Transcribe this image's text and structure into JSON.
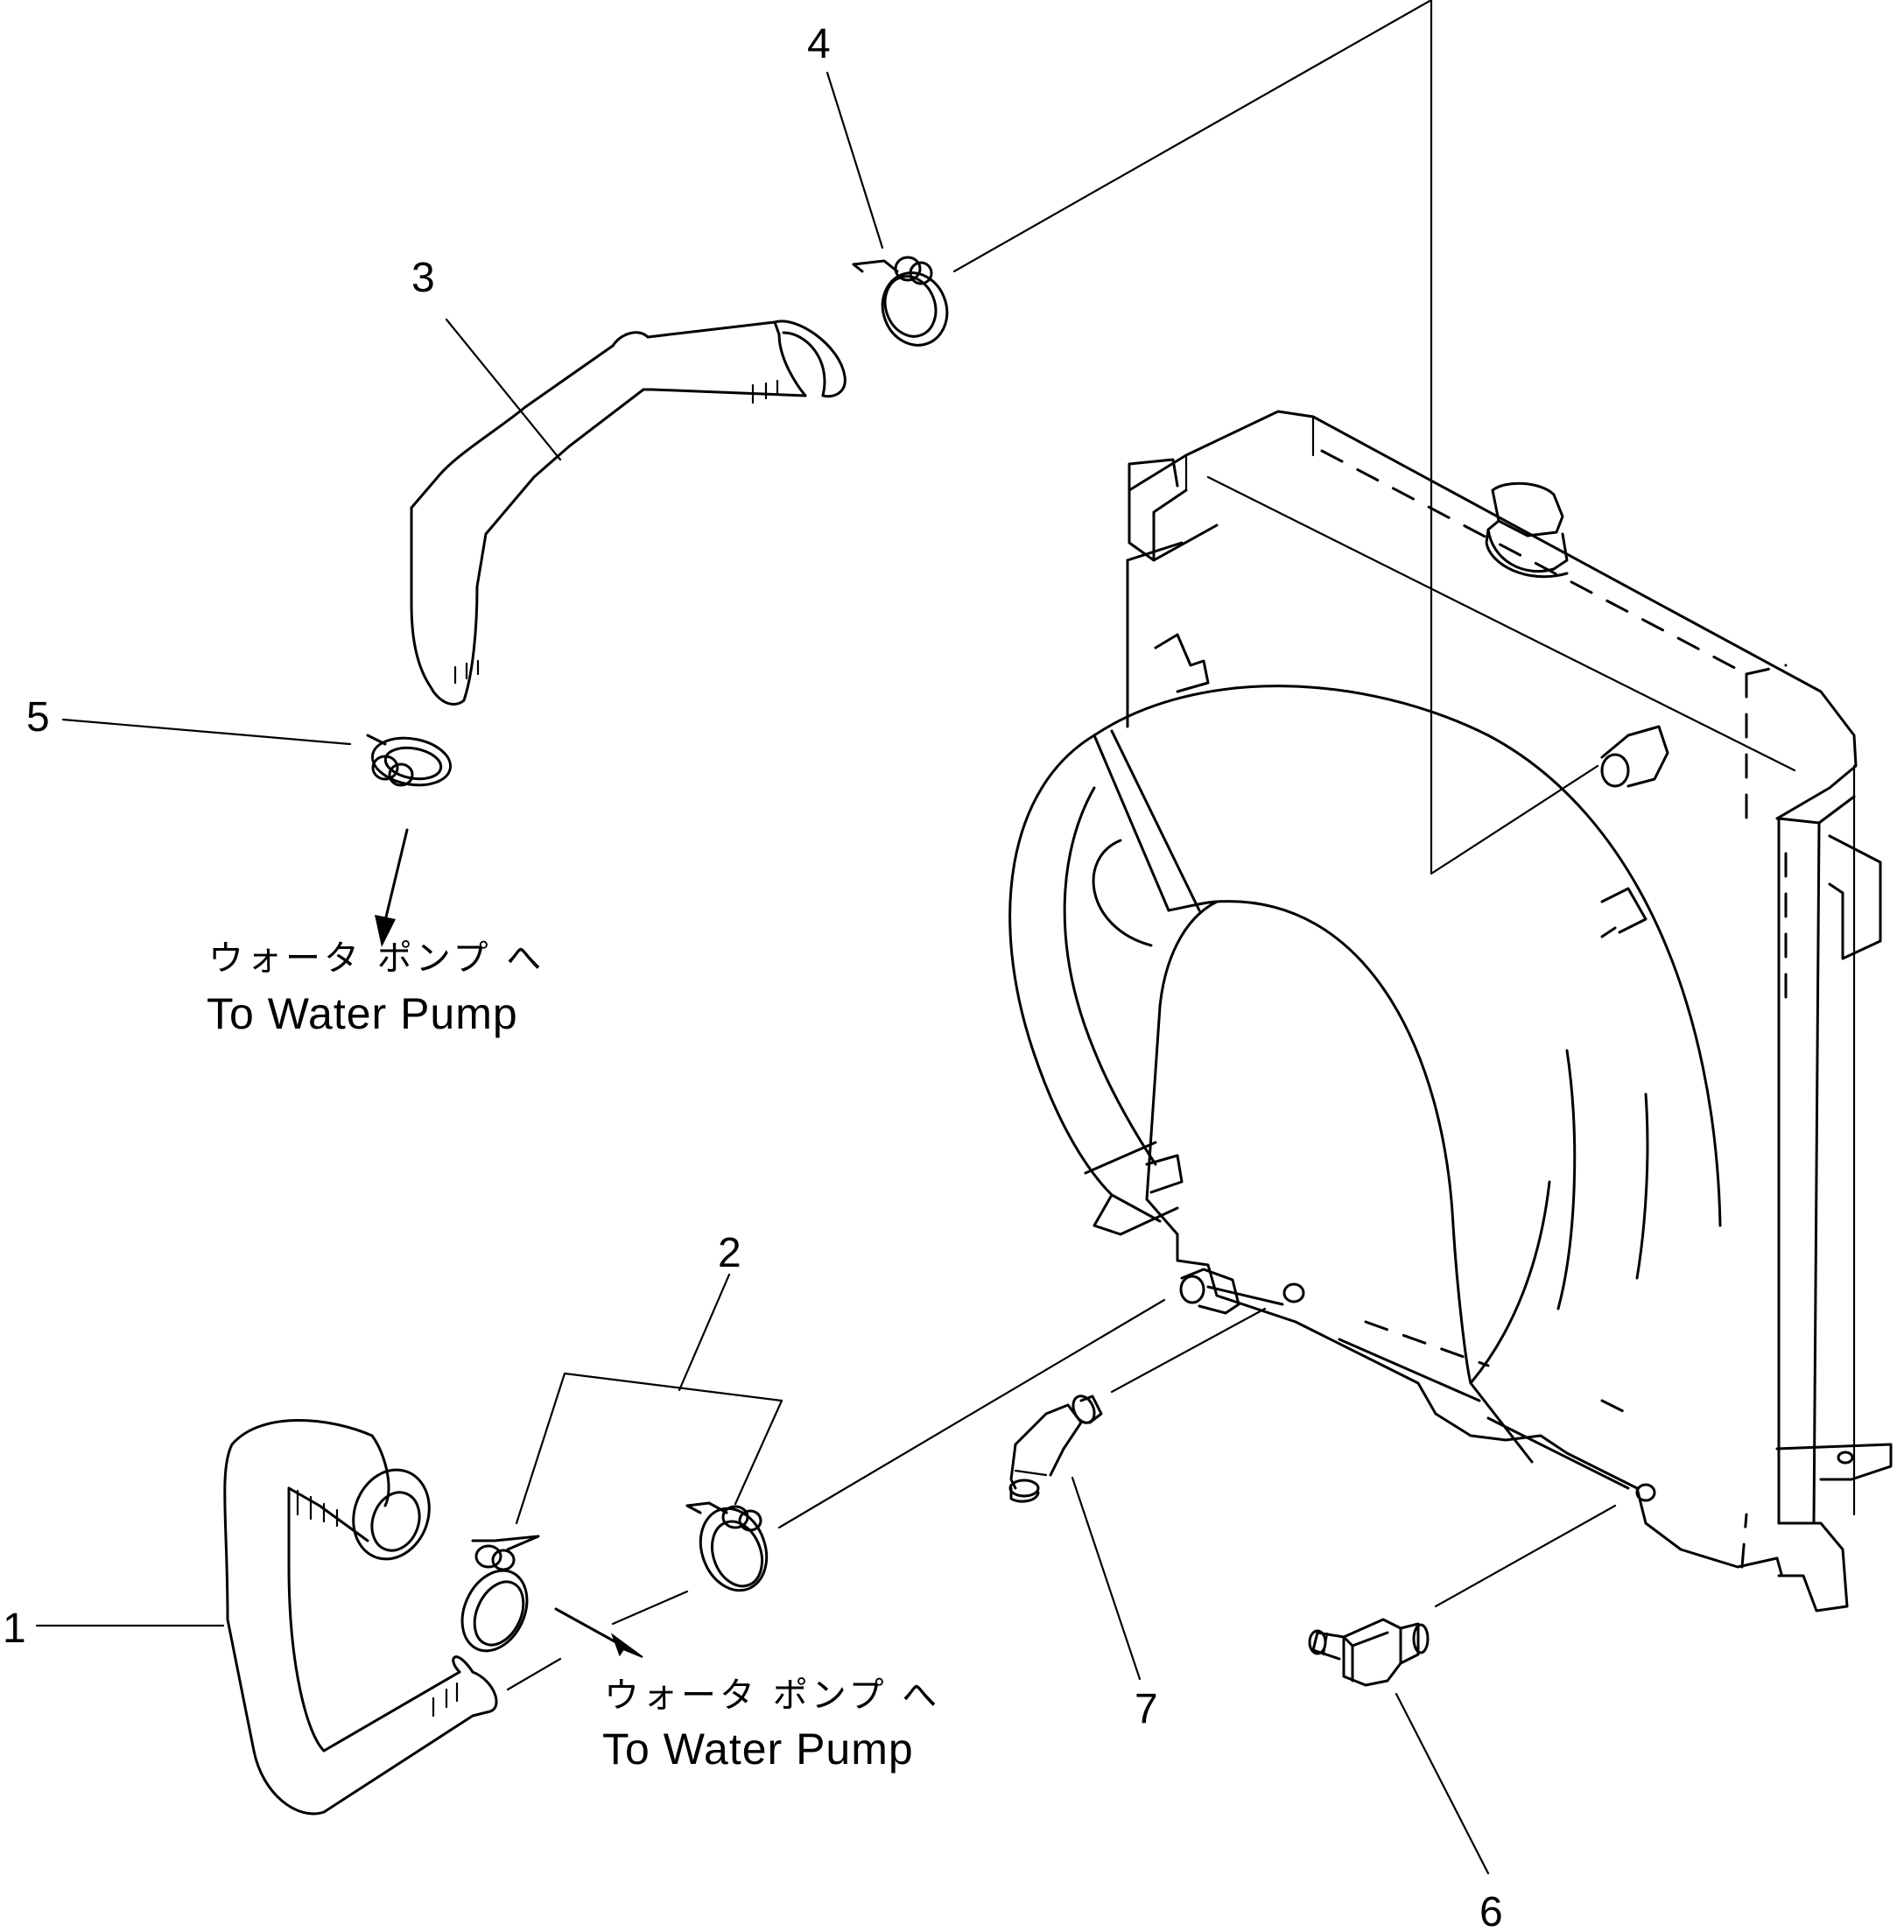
{
  "callouts": {
    "c1": "1",
    "c2": "2",
    "c3": "3",
    "c4": "4",
    "c5": "5",
    "c6": "6",
    "c7": "7"
  },
  "labels": {
    "upper": {
      "jp": "ウォータ ポンプ へ",
      "en": "To Water Pump"
    },
    "lower": {
      "jp": "ウォータ ポンプ へ",
      "en": "To Water Pump"
    }
  }
}
